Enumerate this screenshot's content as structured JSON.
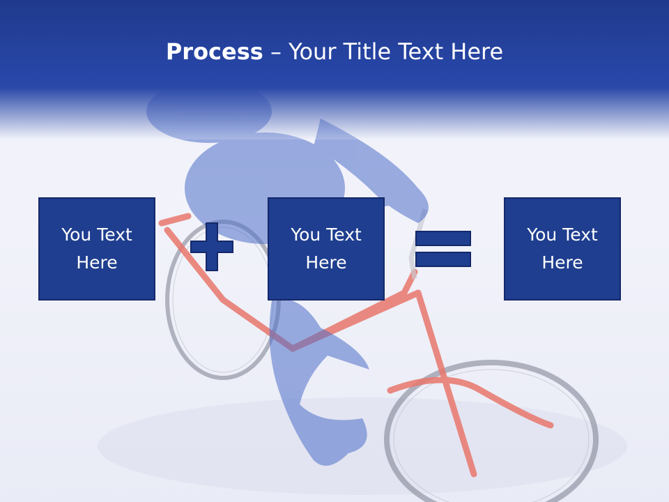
{
  "header": {
    "title_bold": "Process",
    "title_rest": " – Your Title Text Here"
  },
  "boxes": [
    {
      "text": "You Text Here"
    },
    {
      "text": "You Text Here"
    },
    {
      "text": "You Text Here"
    }
  ],
  "operators": [
    {
      "icon": "plus-icon"
    },
    {
      "icon": "equals-icon"
    }
  ],
  "colors": {
    "header": "#2846a8",
    "box_fill": "#1f3e8f",
    "box_border": "#14286a",
    "text": "#ffffff"
  }
}
